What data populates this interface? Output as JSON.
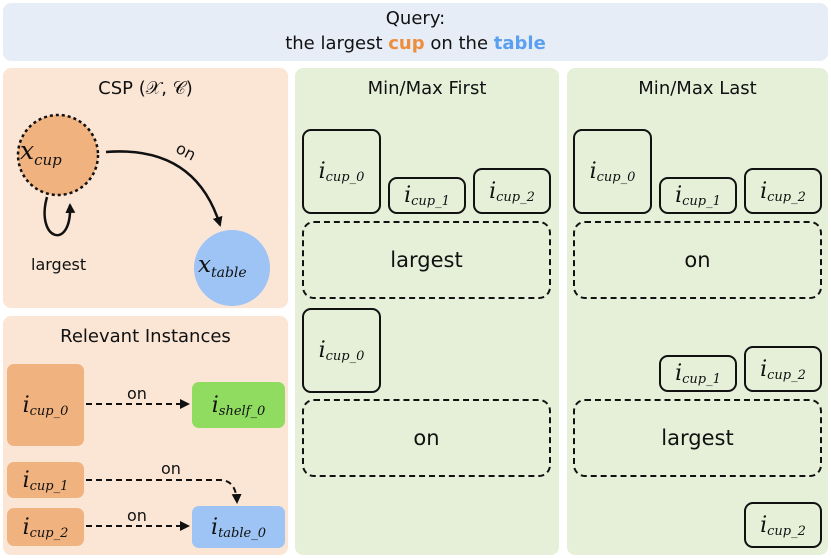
{
  "query": {
    "title": "Query:",
    "prefix": "the largest ",
    "obj1": "cup",
    "mid": " on the ",
    "obj2": "table"
  },
  "csp": {
    "title": "CSP (𝒳, 𝒞)",
    "node_cup_var": "x",
    "node_cup_sub": "cup",
    "node_table_var": "x",
    "node_table_sub": "table",
    "edge_on": "on",
    "self_loop": "largest"
  },
  "relevant": {
    "title": "Relevant Instances",
    "cup0_sub": "cup_0",
    "cup1_sub": "cup_1",
    "cup2_sub": "cup_2",
    "shelf_sub": "shelf_0",
    "table_sub": "table_0",
    "edge_on_1": "on",
    "edge_on_2": "on",
    "edge_on_3": "on"
  },
  "minmax_first": {
    "title": "Min/Max First",
    "step1": "largest",
    "step2": "on",
    "row1": [
      "cup_0",
      "cup_1",
      "cup_2"
    ],
    "row2": [
      "cup_0"
    ]
  },
  "minmax_last": {
    "title": "Min/Max Last",
    "step1": "on",
    "step2": "largest",
    "row1": [
      "cup_0",
      "cup_1",
      "cup_2"
    ],
    "row2": [
      "cup_1",
      "cup_2"
    ],
    "row3": [
      "cup_2"
    ]
  },
  "instance_symbol": "i",
  "colors": {
    "cup": "#f0b27f",
    "cup_node": "#f0b27f",
    "table": "#9dc4f5",
    "shelf": "#8fdc61",
    "panel_orange": "#fbe6d6",
    "panel_green": "#e6f0d9",
    "query_bg": "#e7edf7"
  }
}
